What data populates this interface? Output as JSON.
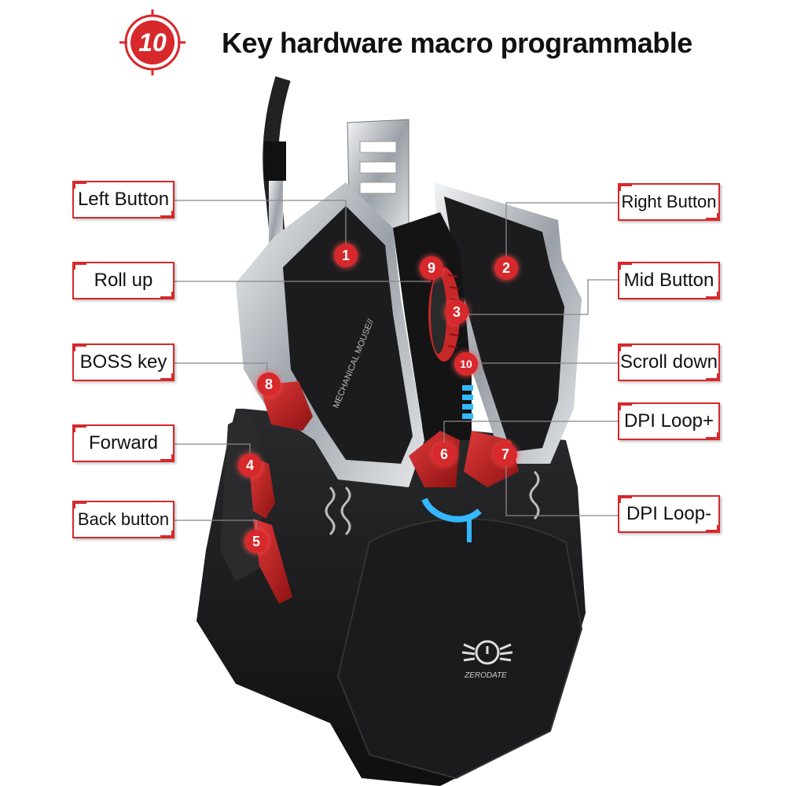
{
  "header": {
    "badge_number": "10",
    "title": "Key hardware macro programmable"
  },
  "callouts_left": [
    {
      "label": "Left Button"
    },
    {
      "label": "Roll up"
    },
    {
      "label": "BOSS key"
    },
    {
      "label": "Forward"
    },
    {
      "label": "Back button"
    }
  ],
  "callouts_right": [
    {
      "label": "Right Button"
    },
    {
      "label": "Mid Button"
    },
    {
      "label": "Scroll down"
    },
    {
      "label": "DPI Loop+"
    },
    {
      "label": "DPI Loop-"
    }
  ],
  "markers": [
    "1",
    "2",
    "3",
    "4",
    "5",
    "6",
    "7",
    "8",
    "9",
    "10"
  ],
  "mouse": {
    "side_text": "MECHANICAL MOUSE//",
    "brand": "ZERODATE",
    "dpi_levels_lit": 4
  },
  "colors": {
    "accent_red": "#d7282b",
    "mouse_body": "#1c1c1e",
    "metal": "#c9cdd2",
    "led_blue": "#34b8ff"
  }
}
